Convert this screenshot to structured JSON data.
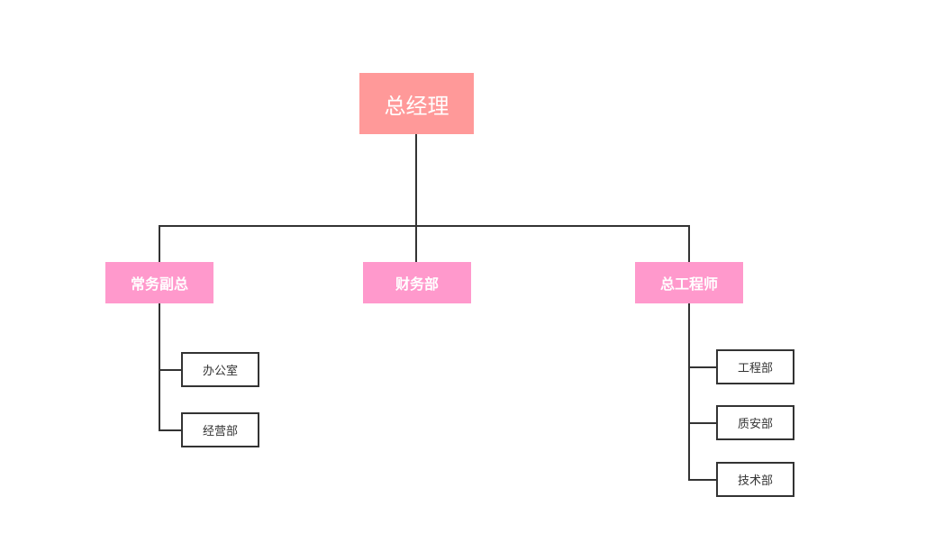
{
  "root": {
    "label": "总经理"
  },
  "branches": [
    {
      "label": "常务副总",
      "children": [
        "办公室",
        "经营部"
      ]
    },
    {
      "label": "财务部",
      "children": []
    },
    {
      "label": "总工程师",
      "children": [
        "工程部",
        "质安部",
        "技术部"
      ]
    }
  ],
  "colors": {
    "root_fill": "#ff9999",
    "branch_fill": "#ff99cc",
    "line": "#333333",
    "leaf_border": "#333333"
  }
}
